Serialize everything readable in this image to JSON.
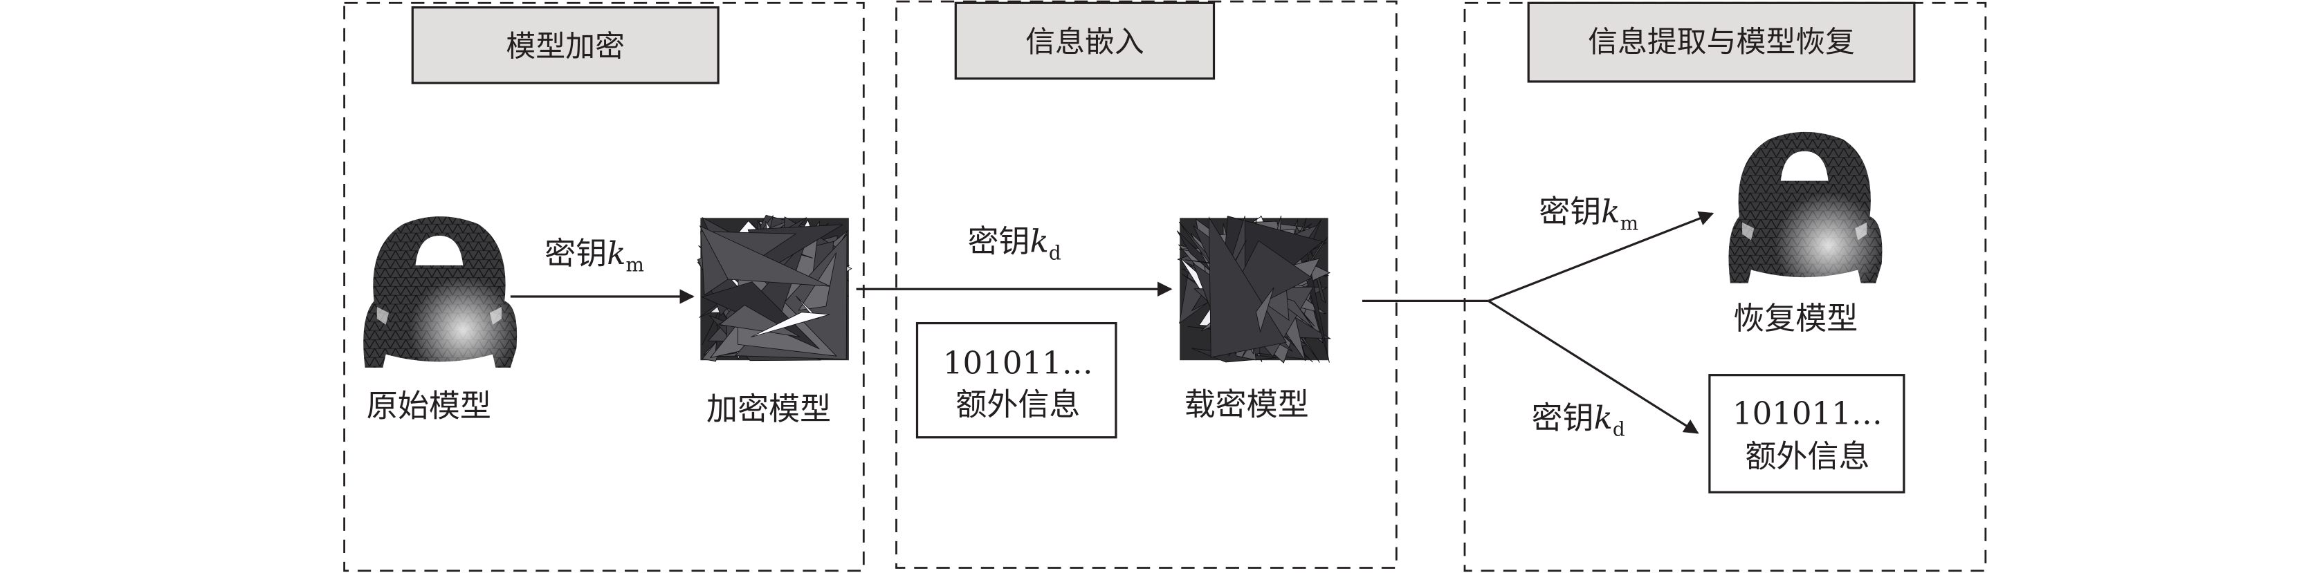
{
  "stages": [
    {
      "title": "模型加密"
    },
    {
      "title": "信息嵌入"
    },
    {
      "title": "信息提取与模型恢复"
    }
  ],
  "labels": {
    "original_model": "原始模型",
    "encrypted_model": "加密模型",
    "marked_model": "载密模型",
    "recovered_model": "恢复模型"
  },
  "keys": {
    "prefix": "密钥",
    "k": "k",
    "m_sub": "m",
    "d_sub": "d"
  },
  "extra_info": {
    "bits": "101011…",
    "label": "额外信息"
  },
  "colors": {
    "title_fill": "#e0dfde",
    "line": "#231f20",
    "mesh_dark": "#2b2b2e"
  }
}
